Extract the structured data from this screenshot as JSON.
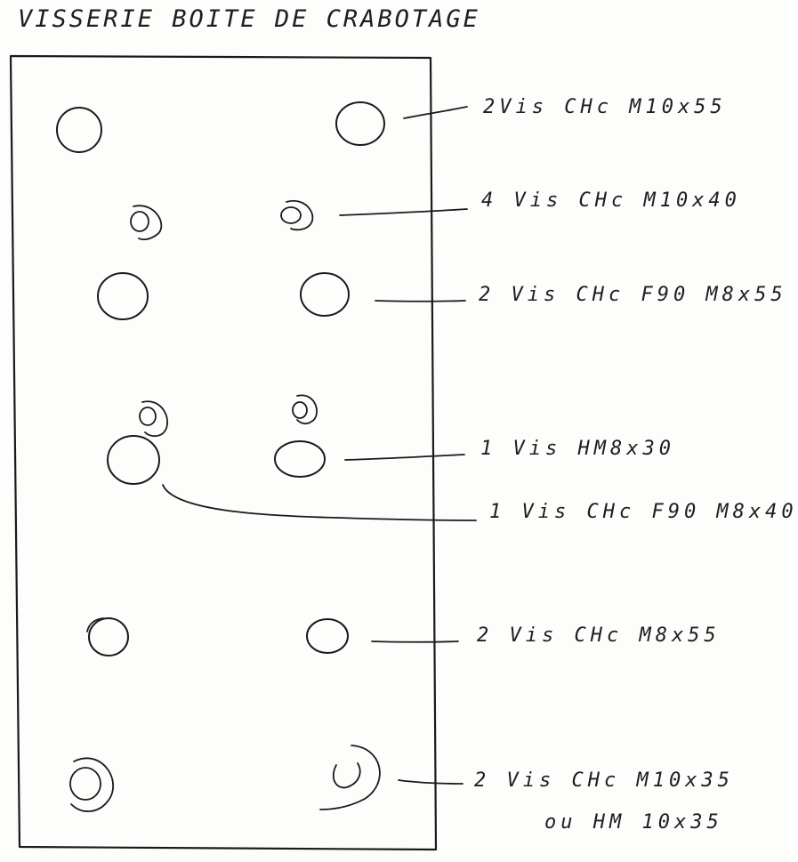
{
  "title": "VISSERIE BOITE DE CRABOTAGE",
  "labels": [
    "2Vis CHc M10x55",
    "4 Vis CHc M10x40",
    "2 Vis CHc F90 M8x55",
    "1 Vis HM8x30",
    "1 Vis CHc F90 M8x40",
    "2 Vis CHc M8x55",
    "2 Vis CHc M10x35",
    "ou HM 10x35"
  ],
  "colors": {
    "ink": "#1a1a1a",
    "paper": "#fdfdfc"
  }
}
